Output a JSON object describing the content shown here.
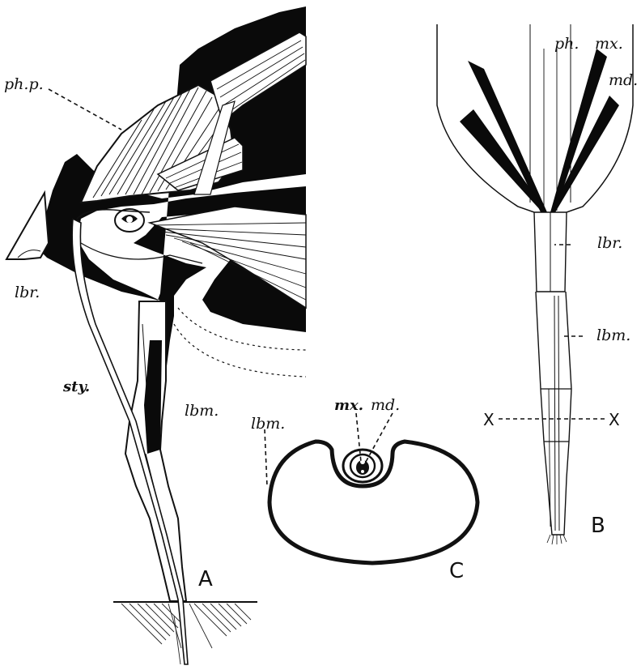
{
  "figure": {
    "panels": [
      {
        "id": "A",
        "caption": "A"
      },
      {
        "id": "B",
        "caption": "B"
      },
      {
        "id": "C",
        "caption": "C"
      }
    ],
    "labels": {
      "ph_p": "ph.p.",
      "lbr_a": "lbr.",
      "sty": "sty.",
      "lbm_a": "lbm.",
      "ph_b": "ph.",
      "mx_b": "mx.",
      "md_b": "md.",
      "lbr_b": "lbr.",
      "lbm_b": "lbm.",
      "x_left": "X",
      "x_right": "X",
      "lbm_c": "lbm.",
      "mx_c": "mx.",
      "md_c": "md."
    }
  }
}
